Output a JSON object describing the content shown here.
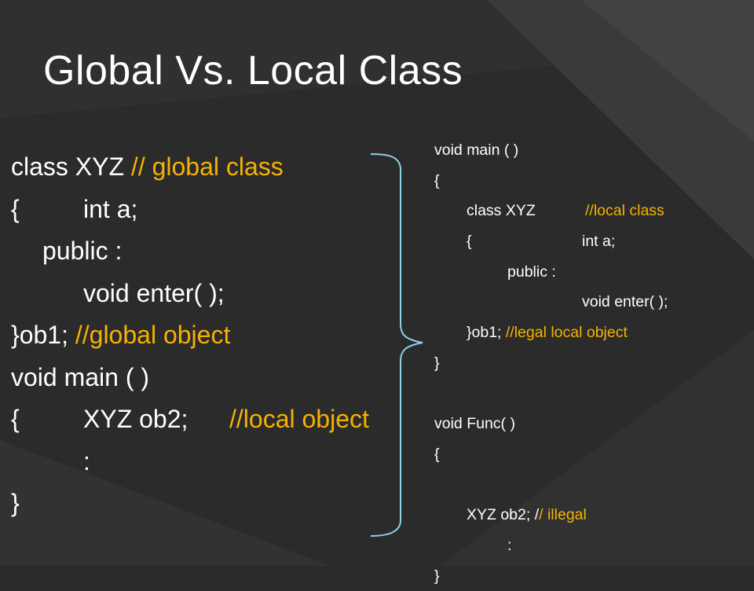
{
  "slide": {
    "title": "Global Vs. Local Class",
    "colors": {
      "background": "#2b2b2b",
      "text": "#ffffff",
      "comment": "#f5b200",
      "bracket": "#8fd2e8"
    }
  },
  "left_code": {
    "l1_code": "class XYZ ",
    "l1_comment": "// global class",
    "l2_brace": "{",
    "l2_code": "int a;",
    "l3_code": "public :",
    "l4_code": "void enter( );",
    "l5_code": "}ob1; ",
    "l5_comment": "//global object",
    "l6_code": "void main ( )",
    "l7_brace": "{",
    "l7_code": "XYZ ob2;",
    "l7_comment": "//local object",
    "l8_code": ":",
    "l9_code": "}"
  },
  "right_code": {
    "r1": "void main ( )",
    "r2": "{",
    "r3_code": "class XYZ",
    "r3_comment": "//local class",
    "r4_brace": "{",
    "r4_code": "int a;",
    "r5": "public :",
    "r6": "void enter( );",
    "r7_code": "}ob1; ",
    "r7_comment": "//legal local object",
    "r8": "}",
    "r10": "void Func( )",
    "r11": "{",
    "r13_code": "XYZ ob2; /",
    "r13_comment": "/ illegal",
    "r14": ":",
    "r15": "}"
  }
}
